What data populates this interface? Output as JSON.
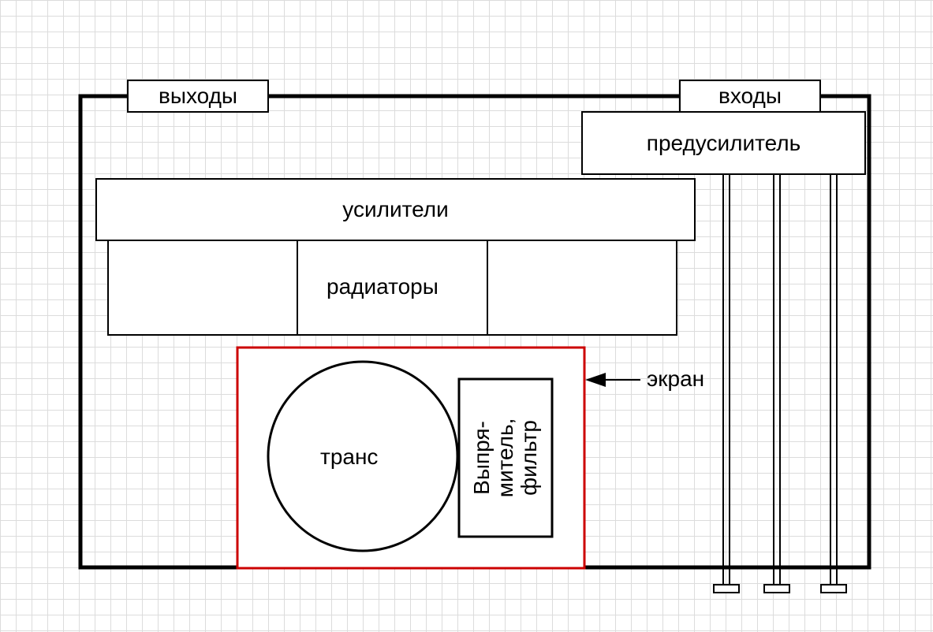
{
  "labels": {
    "outputs": "выходы",
    "inputs": "входы",
    "preamp": "предусилитель",
    "amplifiers": "усилители",
    "radiators": "радиаторы",
    "screen": "экран",
    "transformer": "транс",
    "rectifier_line1": "Выпря-",
    "rectifier_line2": "митель,",
    "rectifier_line3": "фильтр"
  },
  "colors": {
    "screen": "#cc0000",
    "lines": "#000000",
    "background": "#ffffff",
    "grid": "#dcdcdc"
  },
  "icons": {
    "screen_pointer": "arrow-left"
  },
  "connector_count": 3
}
